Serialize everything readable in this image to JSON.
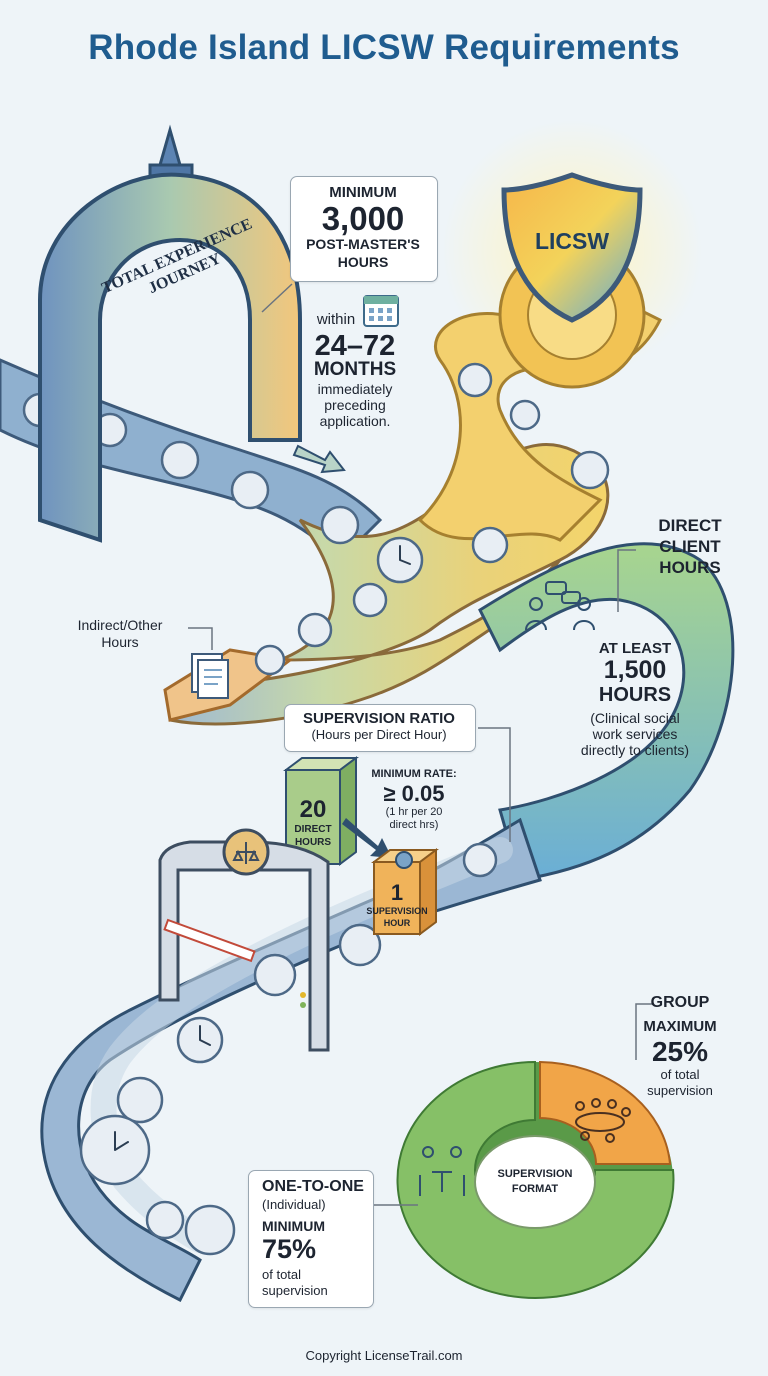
{
  "title": "Rhode Island LICSW Requirements",
  "arch": {
    "label": "TOTAL EXPERIENCE JOURNEY"
  },
  "total_hours": {
    "line1": "MINIMUM",
    "value": "3,000",
    "line2": "POST-MASTER'S",
    "line3": "HOURS"
  },
  "timeframe": {
    "within": "within",
    "value": "24–72",
    "unit": "MONTHS",
    "line1": "immediately",
    "line2": "preceding",
    "line3": "application."
  },
  "badge": {
    "label": "LICSW"
  },
  "direct": {
    "header1": "DIRECT",
    "header2": "CLIENT",
    "header3": "HOURS",
    "at_least": "AT LEAST",
    "value": "1,500",
    "unit": "HOURS",
    "note1": "(Clinical social",
    "note2": "work services",
    "note3": "directly to clients)"
  },
  "indirect": {
    "line1": "Indirect/Other",
    "line2": "Hours"
  },
  "ratio": {
    "title": "SUPERVISION RATIO",
    "subtitle": "(Hours per Direct Hour)",
    "min_label": "MINIMUM RATE:",
    "value": "≥ 0.05",
    "note1": "(1 hr per 20",
    "note2": "direct hrs)",
    "direct_num": "20",
    "direct_label1": "DIRECT",
    "direct_label2": "HOURS",
    "sup_num": "1",
    "sup_label1": "SUPERVISION",
    "sup_label2": "HOUR"
  },
  "group": {
    "title": "GROUP",
    "qualifier": "MAXIMUM",
    "value": "25%",
    "note1": "of total",
    "note2": "supervision",
    "share": 0.25
  },
  "individual": {
    "title": "ONE-TO-ONE",
    "sub": "(Individual)",
    "qualifier": "MINIMUM",
    "value": "75%",
    "note1": "of total",
    "note2": "supervision",
    "share": 0.75
  },
  "format": {
    "line1": "SUPERVISION",
    "line2": "FORMAT"
  },
  "copyright": "Copyright LicenseTrail.com",
  "colors": {
    "title": "#1f5c8f",
    "green": "#7bbf5e",
    "orange": "#f1a548",
    "blue": "#5b8fbf",
    "gold": "#f4c542"
  }
}
